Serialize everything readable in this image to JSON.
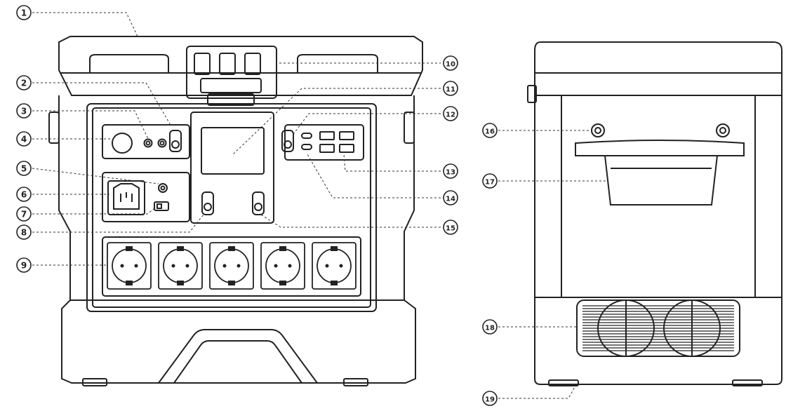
{
  "callouts": [
    {
      "number": "1"
    },
    {
      "number": "2"
    },
    {
      "number": "3"
    },
    {
      "number": "4"
    },
    {
      "number": "5"
    },
    {
      "number": "6"
    },
    {
      "number": "7"
    },
    {
      "number": "8"
    },
    {
      "number": "9"
    },
    {
      "number": "10"
    },
    {
      "number": "11"
    },
    {
      "number": "12"
    },
    {
      "number": "13"
    },
    {
      "number": "14"
    },
    {
      "number": "15"
    },
    {
      "number": "16"
    },
    {
      "number": "17"
    },
    {
      "number": "18"
    },
    {
      "number": "19"
    }
  ],
  "colors": {
    "line": "#222222",
    "leader": "#333333",
    "background": "#ffffff"
  }
}
